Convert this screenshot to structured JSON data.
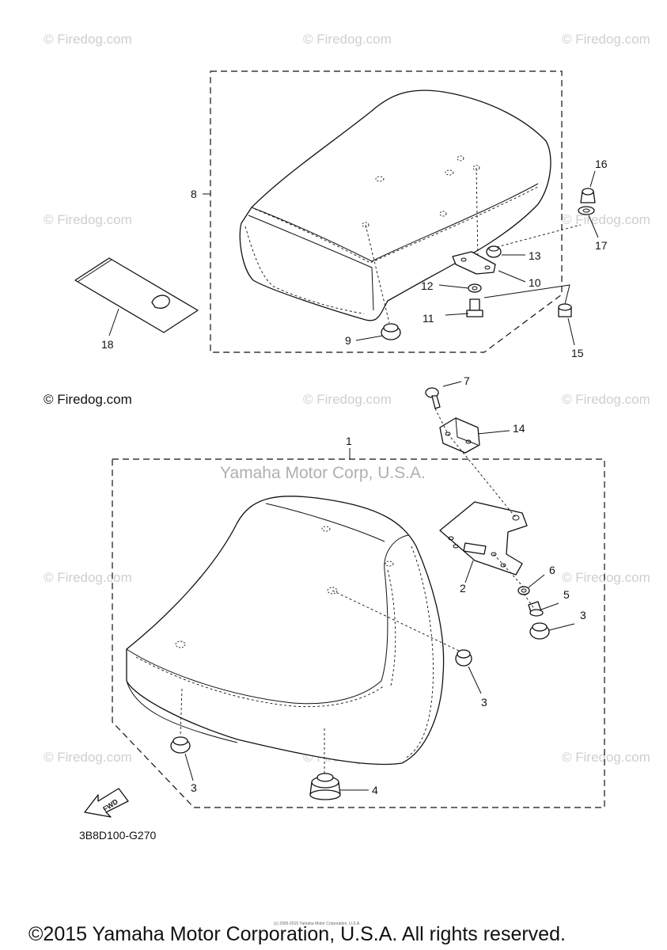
{
  "watermark_text": "© Firedog.com",
  "corp_watermark": "Yamaha Motor Corp, U.S.A.",
  "diagram_code": "3B8D100-G270",
  "fwd_label": "FWD",
  "small_copyright": "(c) 2005-2015 Yamaha Motor Corporation, U.S.A.",
  "copyright": "©2015 Yamaha Motor Corporation, U.S.A. All rights reserved.",
  "callouts": {
    "c1": "1",
    "c2": "2",
    "c3a": "3",
    "c3b": "3",
    "c3c": "3",
    "c4": "4",
    "c5": "5",
    "c6": "6",
    "c7": "7",
    "c8": "8",
    "c9": "9",
    "c10": "10",
    "c11": "11",
    "c12": "12",
    "c13": "13",
    "c14": "14",
    "c15": "15",
    "c16": "16",
    "c17": "17",
    "c18": "18"
  }
}
